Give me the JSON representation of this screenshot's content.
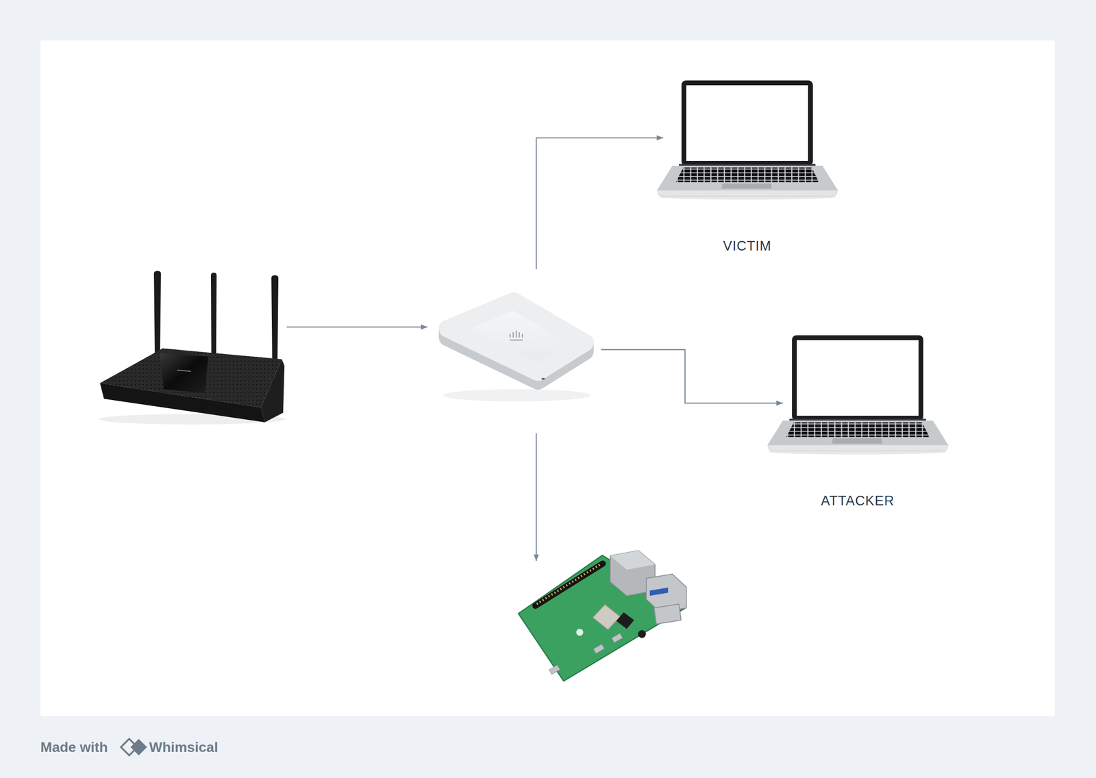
{
  "diagram": {
    "nodes": [
      {
        "text": []
      },
      {
        "text": []
      },
      {
        "text": [
          "VICTIM"
        ]
      },
      {
        "text": [
          "ATTACKER"
        ]
      },
      {
        "text": []
      }
    ],
    "edges": [
      {
        "from": 0,
        "to": 1,
        "arrow": "to"
      },
      {
        "from": 1,
        "to": 2,
        "arrow": "to"
      },
      {
        "from": 1,
        "to": 3,
        "arrow": "to"
      },
      {
        "from": 1,
        "to": 4,
        "arrow": "to"
      }
    ],
    "labels": [
      "Made with",
      "Whimsical"
    ]
  }
}
